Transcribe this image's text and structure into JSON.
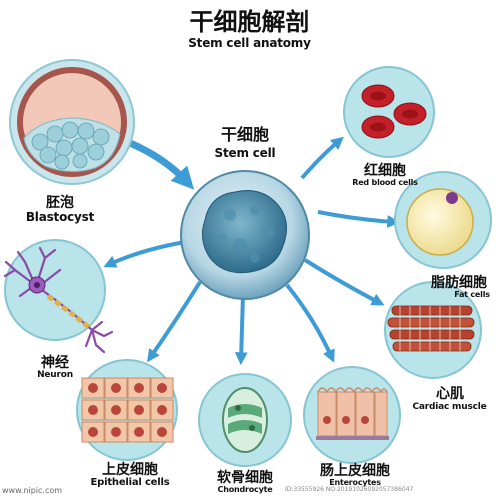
{
  "title": "干细胞解剖",
  "subtitle": "Stem cell anatomy",
  "center": {
    "zh": "干细胞",
    "en": "Stem cell"
  },
  "cells": [
    {
      "id": "blastocyst",
      "zh": "胚泡",
      "en": "Blastocyst"
    },
    {
      "id": "rbc",
      "zh": "红细胞",
      "en": "Red blood cells"
    },
    {
      "id": "fat",
      "zh": "脂肪细胞",
      "en": "Fat cells"
    },
    {
      "id": "neuron",
      "zh": "神经",
      "en": "Neuron"
    },
    {
      "id": "cardiac",
      "zh": "心肌",
      "en": "Cardiac muscle"
    },
    {
      "id": "epithelial",
      "zh": "上皮细胞",
      "en": "Epithelial cells"
    },
    {
      "id": "chondro",
      "zh": "软骨细胞",
      "en": "Chondrocyte"
    },
    {
      "id": "entero",
      "zh": "肠上皮细胞",
      "en": "Enterocytes"
    }
  ],
  "watermark": "www.nipic.com",
  "watermark_id": "ID:33555926 NO:20191026092057386047",
  "colors": {
    "circle": "#b9e4ea",
    "arrow": "#3d9bd6",
    "stemcell": "#88b3c9",
    "nucleus": "#2f6b8a",
    "rbc": "#c4202a",
    "fat": "#f5eaa6",
    "muscle": "#b5432f",
    "epithelium": "#e9b89a"
  }
}
